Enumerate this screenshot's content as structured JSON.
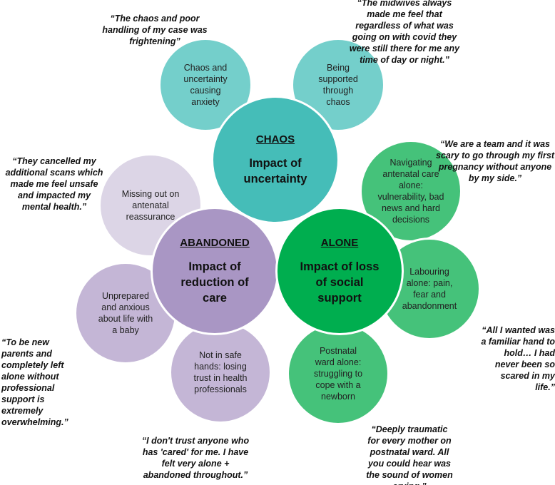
{
  "colors": {
    "chaos_sub": "#74CFCB",
    "chaos_main": "#45BDB8",
    "alone_sub": "#45C27A",
    "alone_main": "#00AE4F",
    "abandoned_sub": "#C4B6D6",
    "abandoned_light": "#DCD5E6",
    "abandoned_main": "#A996C4",
    "stroke": "#FFFFFF"
  },
  "themes": {
    "chaos": {
      "title": "CHAOS",
      "subtitle": "Impact of uncertainty",
      "subthemes": [
        "Chaos and uncertainty causing anxiety",
        "Being supported through chaos"
      ]
    },
    "alone": {
      "title": "ALONE",
      "subtitle": "Impact of loss of social support",
      "subthemes": [
        "Navigating antenatal care alone: vulnerability, bad news and hard decisions",
        "Labouring alone: pain, fear and abandonment",
        "Postnatal ward alone: struggling to cope with a newborn"
      ]
    },
    "abandoned": {
      "title": "ABANDONED",
      "subtitle": "Impact of reduction of care",
      "subthemes": [
        "Missing out on antenatal reassurance",
        "Unprepared and anxious about life with a baby",
        "Not in safe hands: losing trust in health professionals"
      ]
    }
  },
  "quotes": [
    "“The chaos and poor handling of my case was frightening”",
    "“The midwives always made me feel that regardless of what was going on with covid they were still there for me any time of day or night.”",
    "“We are a team and it was scary to go through my first pregnancy without anyone by my side.”",
    "“They cancelled my additional scans which made me feel unsafe and impacted my mental health.”",
    "“All I wanted was a familiar hand to hold… I had never been so scared in my life.”",
    "“To be new parents and completely left alone without professional support is extremely overwhelming.”",
    "“Deeply traumatic for every mother on postnatal ward. All you could hear was the sound of women crying.”",
    "“I don't trust anyone who has 'cared' for me. I have felt very alone + abandoned throughout.”"
  ]
}
